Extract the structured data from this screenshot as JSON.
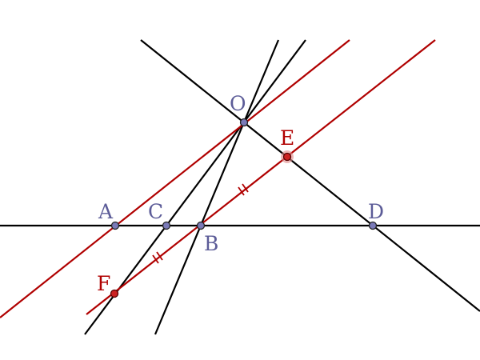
{
  "colors": {
    "black_line": "#000000",
    "red_line": "#b00000",
    "blue_label": "#5c5c98",
    "red_label": "#b00000",
    "blue_point_fill": "#7a7ab8",
    "red_point_fill": "#cc2222"
  },
  "points": {
    "O": "O",
    "A": "A",
    "C": "C",
    "B": "B",
    "D": "D",
    "E": "E",
    "F": "F"
  }
}
